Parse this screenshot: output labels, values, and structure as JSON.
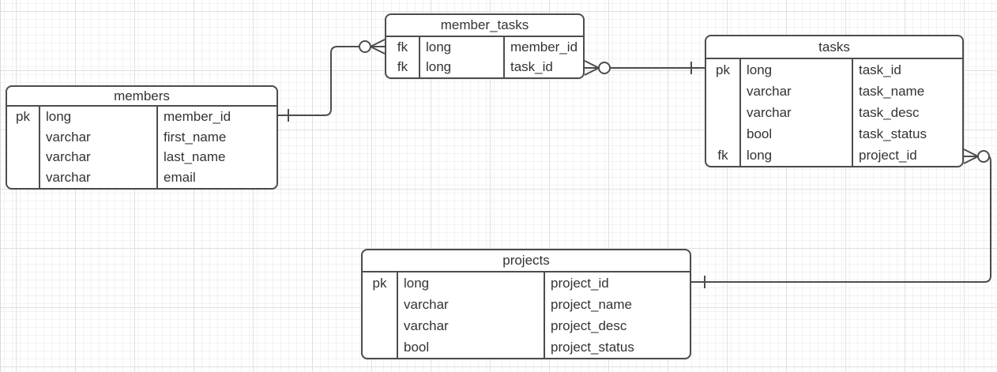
{
  "diagram": {
    "type": "entity-relationship",
    "tables": [
      {
        "name": "members",
        "columns": [
          {
            "key": "pk",
            "type": "long",
            "name": "member_id"
          },
          {
            "key": "",
            "type": "varchar",
            "name": "first_name"
          },
          {
            "key": "",
            "type": "varchar",
            "name": "last_name"
          },
          {
            "key": "",
            "type": "varchar",
            "name": "email"
          }
        ]
      },
      {
        "name": "member_tasks",
        "columns": [
          {
            "key": "fk",
            "type": "long",
            "name": "member_id"
          },
          {
            "key": "fk",
            "type": "long",
            "name": "task_id"
          }
        ]
      },
      {
        "name": "tasks",
        "columns": [
          {
            "key": "pk",
            "type": "long",
            "name": "task_id"
          },
          {
            "key": "",
            "type": "varchar",
            "name": "task_name"
          },
          {
            "key": "",
            "type": "varchar",
            "name": "task_desc"
          },
          {
            "key": "",
            "type": "bool",
            "name": "task_status"
          },
          {
            "key": "fk",
            "type": "long",
            "name": "project_id"
          }
        ]
      },
      {
        "name": "projects",
        "columns": [
          {
            "key": "pk",
            "type": "long",
            "name": "project_id"
          },
          {
            "key": "",
            "type": "varchar",
            "name": "project_name"
          },
          {
            "key": "",
            "type": "varchar",
            "name": "project_desc"
          },
          {
            "key": "",
            "type": "bool",
            "name": "project_status"
          }
        ]
      }
    ],
    "relationships": [
      {
        "from_table": "members",
        "from_column": "member_id",
        "from_marker": "one",
        "to_table": "member_tasks",
        "to_column": "member_id",
        "to_marker": "zero-or-many"
      },
      {
        "from_table": "tasks",
        "from_column": "task_id",
        "from_marker": "one",
        "to_table": "member_tasks",
        "to_column": "task_id",
        "to_marker": "zero-or-many"
      },
      {
        "from_table": "projects",
        "from_column": "project_id",
        "from_marker": "one",
        "to_table": "tasks",
        "to_column": "project_id",
        "to_marker": "zero-or-many"
      }
    ],
    "colors": {
      "stroke": "#4d4d4d",
      "text": "#333333",
      "table_background": "#ffffff",
      "grid_minor": "#f2f2f2",
      "grid_major": "#e0e0e0",
      "page_background": "#ffffff"
    }
  }
}
